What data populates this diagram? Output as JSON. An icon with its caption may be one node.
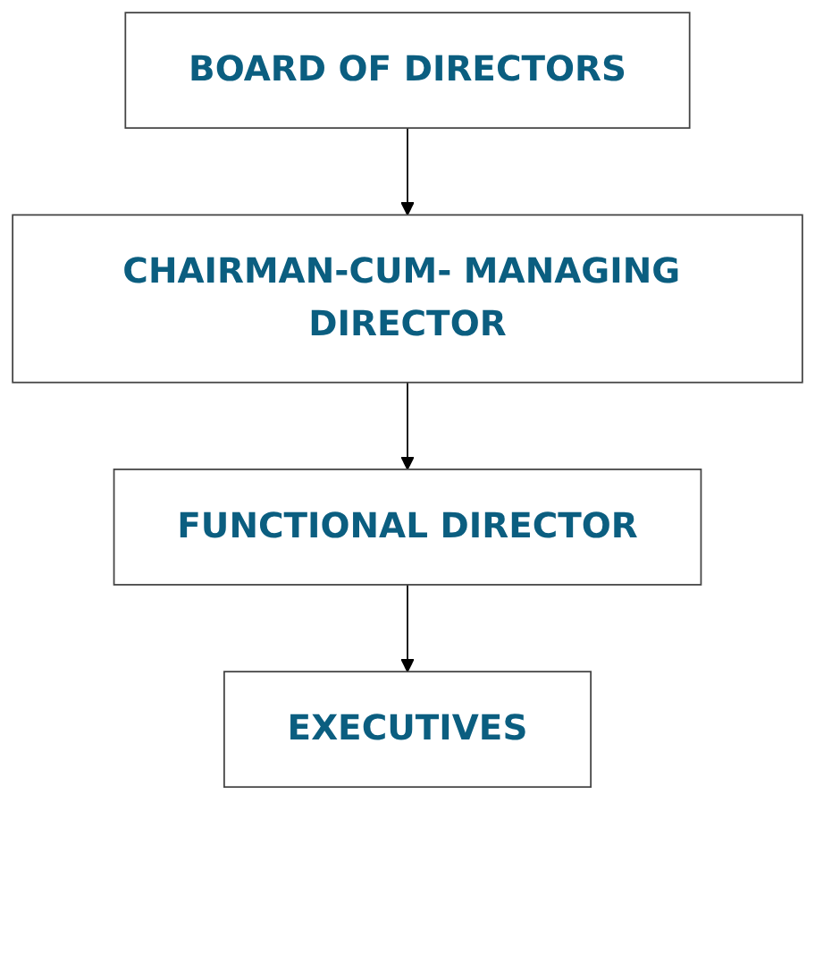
{
  "diagram": {
    "nodes": [
      {
        "text": [
          "BOARD OF DIRECTORS"
        ]
      },
      {
        "text": [
          "CHAIRMAN-CUM- MANAGING DIRECTOR"
        ]
      },
      {
        "text": [
          "FUNCTIONAL DIRECTOR"
        ]
      },
      {
        "text": [
          "EXECUTIVES"
        ]
      }
    ],
    "edges": [
      {
        "from": 0,
        "to": 1,
        "arrow": "to"
      },
      {
        "from": 1,
        "to": 2,
        "arrow": "to"
      },
      {
        "from": 2,
        "to": 3,
        "arrow": "to"
      }
    ]
  }
}
